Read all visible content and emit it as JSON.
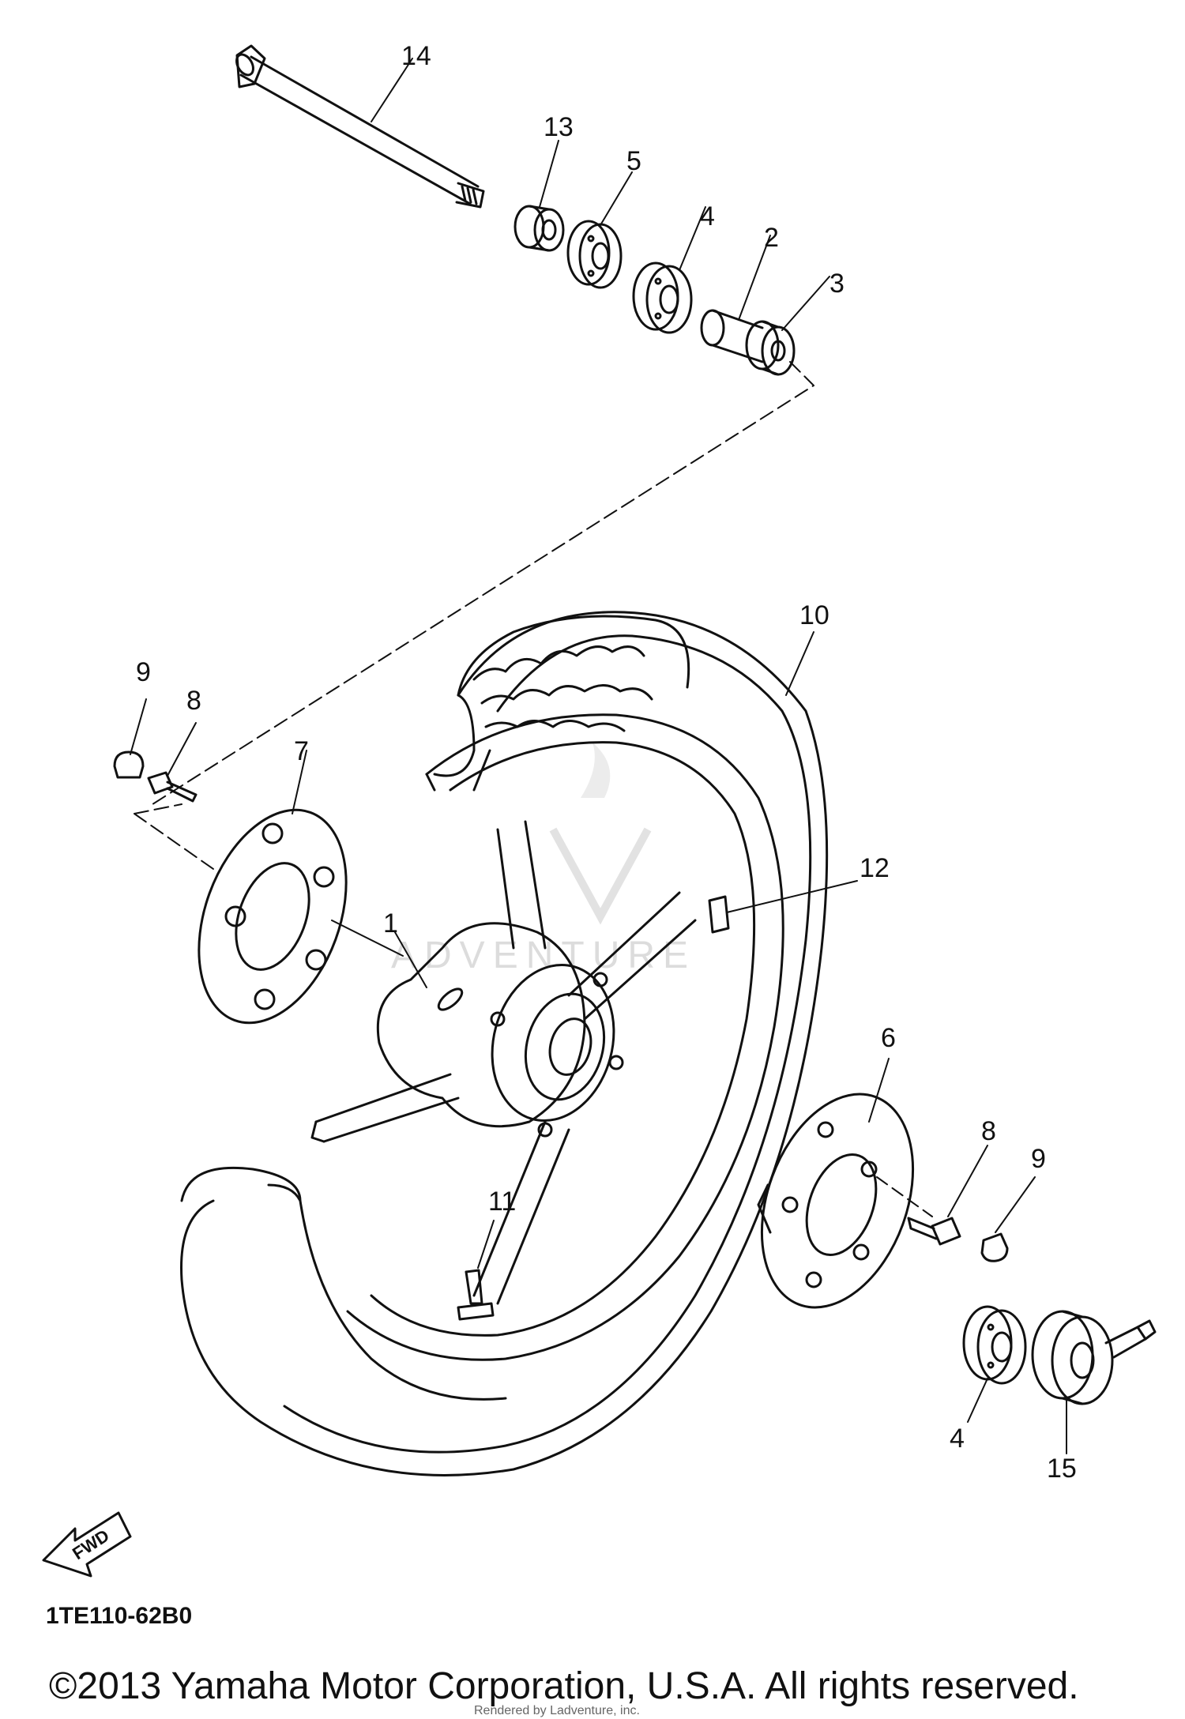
{
  "diagram": {
    "callouts": [
      "14",
      "13",
      "5",
      "4",
      "2",
      "3",
      "10",
      "9",
      "8",
      "7",
      "1",
      "12",
      "6",
      "8",
      "9",
      "11",
      "4",
      "15"
    ],
    "fwd_label": "FWD",
    "part_code": "1TE110-62B0"
  },
  "watermark": "ADVENTURE",
  "footer": {
    "copyright": "©2013 Yamaha Motor Corporation, U.S.A. All rights reserved.",
    "fineprint": "Rendered by Ladventure, inc."
  }
}
